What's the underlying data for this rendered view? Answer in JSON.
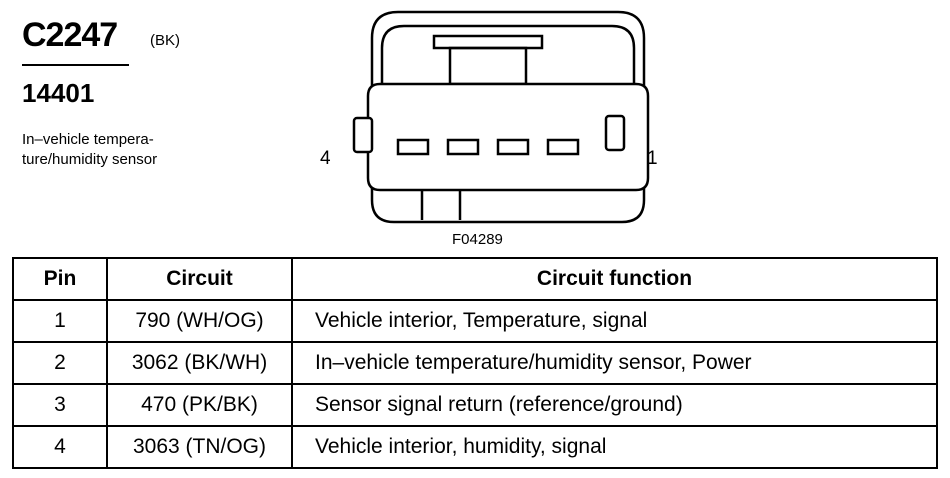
{
  "header": {
    "connector_id": "C2247",
    "connector_color": "(BK)",
    "part_number": "14401",
    "description_line1": "In–vehicle tempera-",
    "description_line2": "ture/humidity sensor"
  },
  "diagram": {
    "pin_left_label": "4",
    "pin_right_label": "1",
    "figure_id": "F04289"
  },
  "table": {
    "headers": {
      "pin": "Pin",
      "circuit": "Circuit",
      "function": "Circuit function"
    },
    "rows": [
      {
        "pin": "1",
        "circuit": "790 (WH/OG)",
        "function": "Vehicle interior, Temperature, signal"
      },
      {
        "pin": "2",
        "circuit": "3062 (BK/WH)",
        "function": "In–vehicle temperature/humidity sensor, Power"
      },
      {
        "pin": "3",
        "circuit": "470 (PK/BK)",
        "function": "Sensor signal return (reference/ground)"
      },
      {
        "pin": "4",
        "circuit": "3063 (TN/OG)",
        "function": "Vehicle interior, humidity, signal"
      }
    ]
  }
}
